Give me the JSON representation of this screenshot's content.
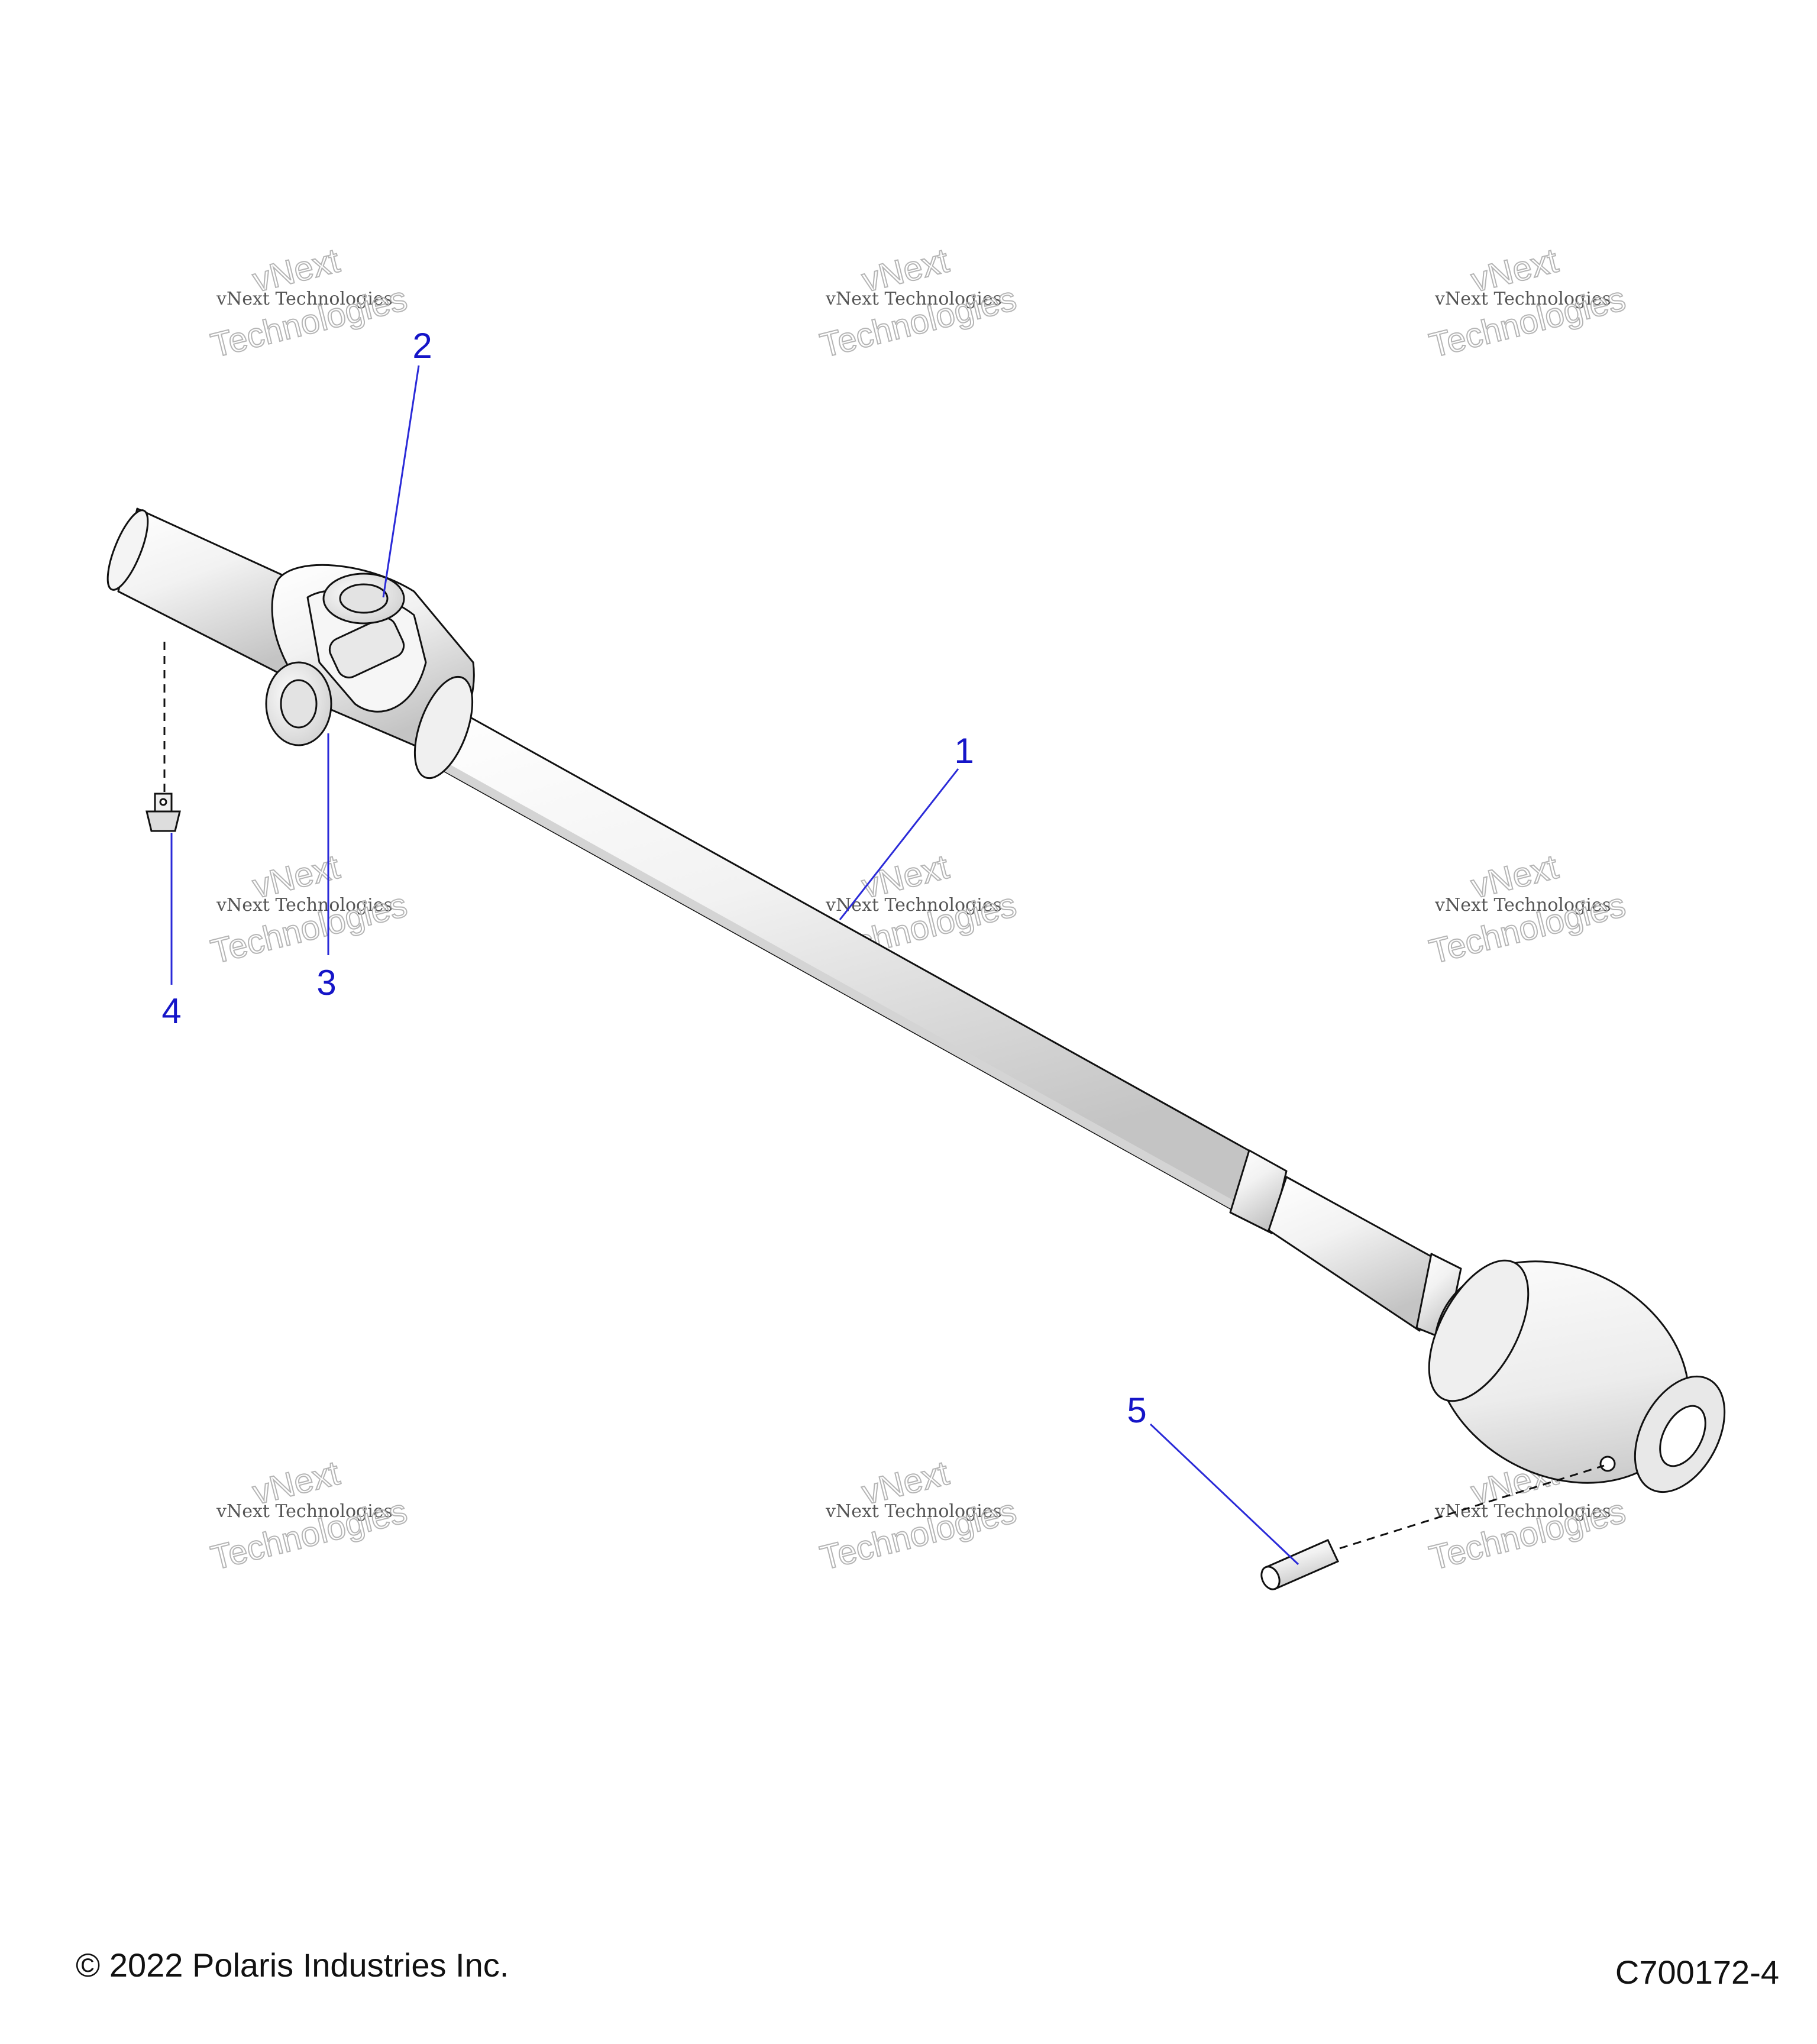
{
  "diagram": {
    "callouts": [
      "1",
      "2",
      "3",
      "4",
      "5"
    ],
    "watermark": {
      "line1": "vNext",
      "line2": "vNext Technologies",
      "line3": "Technologies"
    }
  },
  "footer": {
    "copyright": "© 2022 Polaris Industries Inc.",
    "drawing_id": "C700172-4"
  },
  "colors": {
    "callout": "#1515c8",
    "leader": "#2a2ad8",
    "line": "#111111"
  }
}
